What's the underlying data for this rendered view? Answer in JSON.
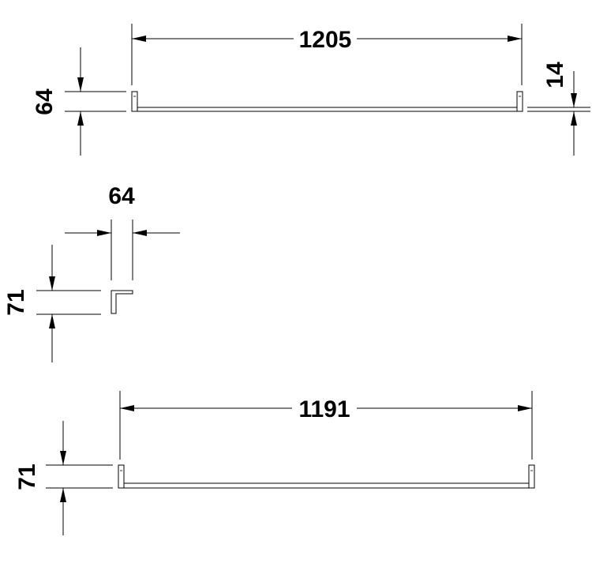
{
  "drawing": {
    "top_view": {
      "length_label": "1205",
      "height_label": "64",
      "thickness_label": "14"
    },
    "side_view": {
      "width_label": "64",
      "height_label": "71"
    },
    "front_view": {
      "length_label": "1191",
      "height_label": "71"
    },
    "line_color": "#000000",
    "background_color": "#ffffff"
  }
}
